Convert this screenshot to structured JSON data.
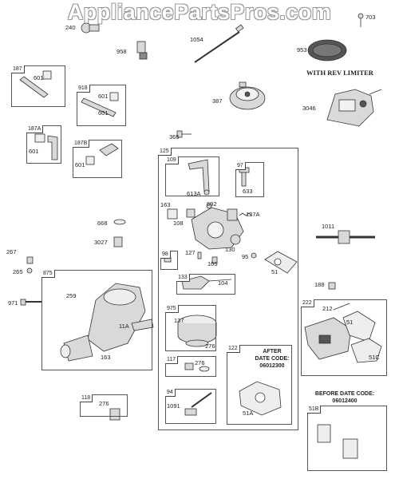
{
  "watermark": "AppliancePartsPros.com",
  "headings": {
    "rev_limiter": "WITH REV LIMITER",
    "before_date": "BEFORE DATE CODE:",
    "before_code": "06012400"
  },
  "after_note": {
    "line1": "AFTER",
    "line2": "DATE CODE:",
    "line3": "06012300"
  },
  "boxes": {
    "b187": "187",
    "b918": "918",
    "b187A": "187A",
    "b187B": "187B",
    "b125": "125",
    "b109": "109",
    "b97": "97",
    "b98": "98",
    "b133": "133",
    "b975": "975",
    "b117": "117",
    "b94": "94",
    "b122": "122",
    "b875": "875",
    "b118": "118",
    "b222": "222",
    "b51B": "51B"
  },
  "labels": {
    "p240": "240",
    "p958": "958",
    "p1054": "1054",
    "p703": "703",
    "p953": "953",
    "p387": "387",
    "p3046": "3046",
    "p365": "365",
    "p601a": "601",
    "p601b": "601",
    "p601c": "601",
    "p601d": "601",
    "p601e": "601",
    "p613A": "613A",
    "p633": "633",
    "p163a": "163",
    "p692": "692",
    "p108": "108",
    "p127A": "127A",
    "p127": "127",
    "p130": "130",
    "p95": "95",
    "p105": "105",
    "p104": "104",
    "p51a": "51",
    "p668": "668",
    "p3027": "3027",
    "p267": "267",
    "p265": "265",
    "p971": "971",
    "p259": "259",
    "p11A": "11A",
    "p163b": "163",
    "p137": "137",
    "p276a": "276",
    "p276b": "276",
    "p276c": "276",
    "p1091": "1091",
    "p51A": "51A",
    "p1011": "1011",
    "p188": "188",
    "p212": "212",
    "p51b": "51",
    "p51C": "51C"
  },
  "colors": {
    "line": "#333333",
    "fill": "#d9d9d9",
    "dark": "#555555"
  }
}
